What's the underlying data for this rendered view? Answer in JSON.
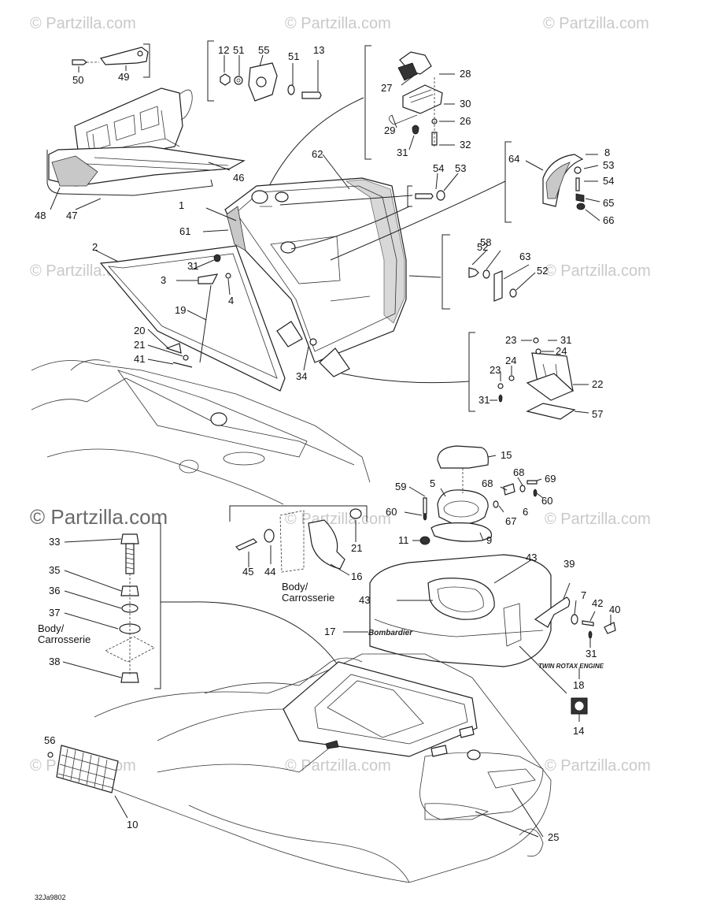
{
  "watermarks": {
    "text": "© Partzilla.com",
    "primary": "© Partzilla.com"
  },
  "callouts": {
    "c1": "1",
    "c2": "2",
    "c3": "3",
    "c4": "4",
    "c5": "5",
    "c6": "6",
    "c7": "7",
    "c8": "8",
    "c9": "9",
    "c10": "10",
    "c11": "11",
    "c12": "12",
    "c13": "13",
    "c14": "14",
    "c15": "15",
    "c16": "16",
    "c17": "17",
    "c18": "18",
    "c19": "19",
    "c20": "20",
    "c21": "21",
    "c21b": "21",
    "c22": "22",
    "c23": "23",
    "c23b": "23",
    "c24": "24",
    "c24b": "24",
    "c25": "25",
    "c26": "26",
    "c27": "27",
    "c28": "28",
    "c29": "29",
    "c30": "30",
    "c31a": "31",
    "c31b": "31",
    "c31c": "31",
    "c31d": "31",
    "c31e": "31",
    "c32": "32",
    "c33": "33",
    "c34": "34",
    "c35": "35",
    "c36": "36",
    "c37": "37",
    "c38": "38",
    "c39": "39",
    "c40": "40",
    "c41": "41",
    "c42": "42",
    "c43a": "43",
    "c43b": "43",
    "c44": "44",
    "c45": "45",
    "c46": "46",
    "c47": "47",
    "c48": "48",
    "c49": "49",
    "c50": "50",
    "c51a": "51",
    "c51b": "51",
    "c52a": "52",
    "c52b": "52",
    "c53a": "53",
    "c53b": "53",
    "c54a": "54",
    "c54b": "54",
    "c55": "55",
    "c56": "56",
    "c57": "57",
    "c58": "58",
    "c59": "59",
    "c60a": "60",
    "c60b": "60",
    "c61": "61",
    "c62": "62",
    "c63": "63",
    "c64": "64",
    "c65": "65",
    "c66": "66",
    "c67": "67",
    "c68a": "68",
    "c68b": "68",
    "c69": "69"
  },
  "notes": {
    "body_fr_1": "Body/",
    "body_fr_2": "Carrosserie",
    "body_fr_3": "Body/",
    "body_fr_4": "Carrosserie",
    "decal_brand": "Bombardier",
    "decal_model": "TWIN ROTAX ENGINE",
    "figure_code": "32Ja9802"
  },
  "colors": {
    "line": "#1e1e1e",
    "watermark": "#c9c9c9",
    "shade": "#c8c8c8"
  }
}
